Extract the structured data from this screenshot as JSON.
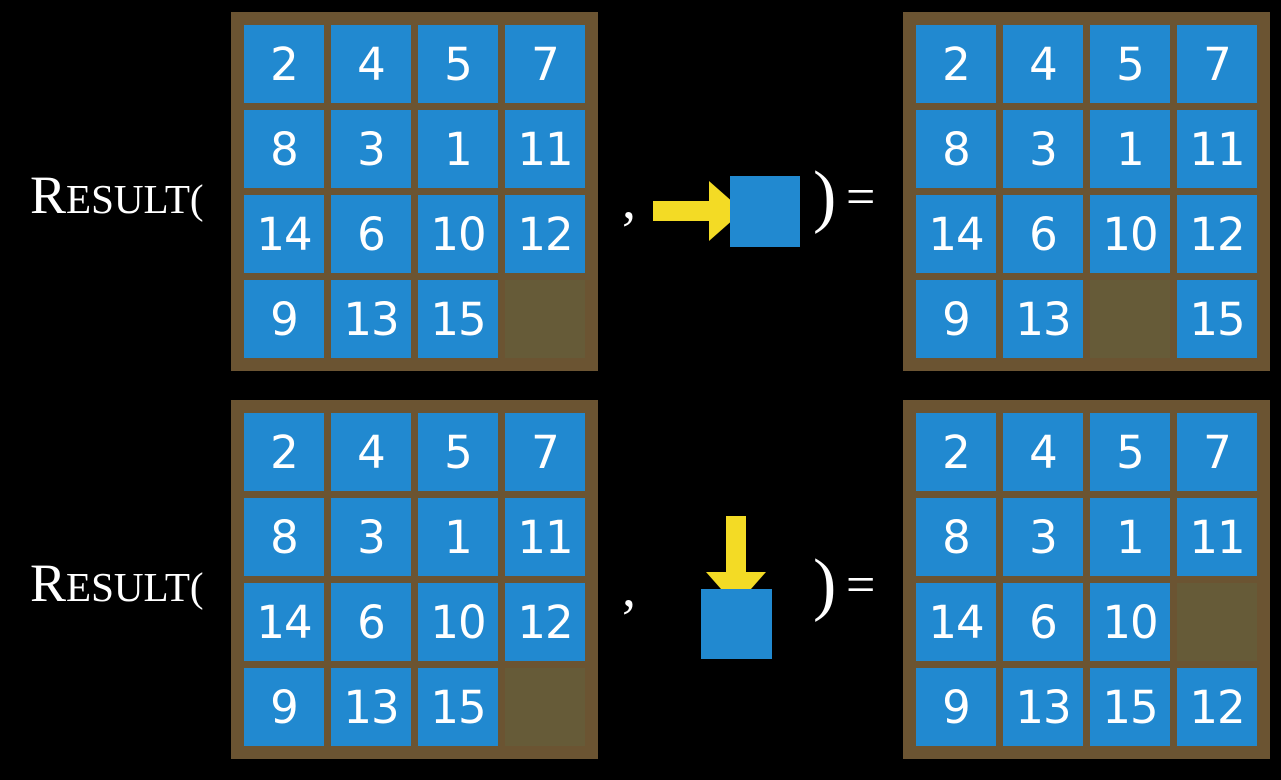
{
  "page": {
    "background_color": "#000000",
    "tile_color": "#2189D0",
    "frame_color": "#6B5432",
    "blank_color": "#665B38",
    "arrow_color": "#F3DB25",
    "text_color": "#FFFFFF"
  },
  "rows": [
    {
      "label": {
        "initial": "R",
        "rest": "ESULT("
      },
      "separator": ",",
      "close_paren": ")",
      "equals": "=",
      "action": {
        "arrow_direction": "right",
        "icon": "blank-tile-square"
      },
      "input_grid": {
        "caption": "input-board",
        "cells": [
          [
            "2",
            "4",
            "5",
            "7"
          ],
          [
            "8",
            "3",
            "1",
            "11"
          ],
          [
            "14",
            "6",
            "10",
            "12"
          ],
          [
            "9",
            "13",
            "15",
            ""
          ]
        ]
      },
      "output_grid": {
        "caption": "output-board",
        "cells": [
          [
            "2",
            "4",
            "5",
            "7"
          ],
          [
            "8",
            "3",
            "1",
            "11"
          ],
          [
            "14",
            "6",
            "10",
            "12"
          ],
          [
            "9",
            "13",
            "",
            "15"
          ]
        ]
      }
    },
    {
      "label": {
        "initial": "R",
        "rest": "ESULT("
      },
      "separator": ",",
      "close_paren": ")",
      "equals": "=",
      "action": {
        "arrow_direction": "down",
        "icon": "blank-tile-square"
      },
      "input_grid": {
        "caption": "input-board",
        "cells": [
          [
            "2",
            "4",
            "5",
            "7"
          ],
          [
            "8",
            "3",
            "1",
            "11"
          ],
          [
            "14",
            "6",
            "10",
            "12"
          ],
          [
            "9",
            "13",
            "15",
            ""
          ]
        ]
      },
      "output_grid": {
        "caption": "output-board",
        "cells": [
          [
            "2",
            "4",
            "5",
            "7"
          ],
          [
            "8",
            "3",
            "1",
            "11"
          ],
          [
            "14",
            "6",
            "10",
            ""
          ],
          [
            "9",
            "13",
            "15",
            "12"
          ]
        ]
      }
    }
  ]
}
